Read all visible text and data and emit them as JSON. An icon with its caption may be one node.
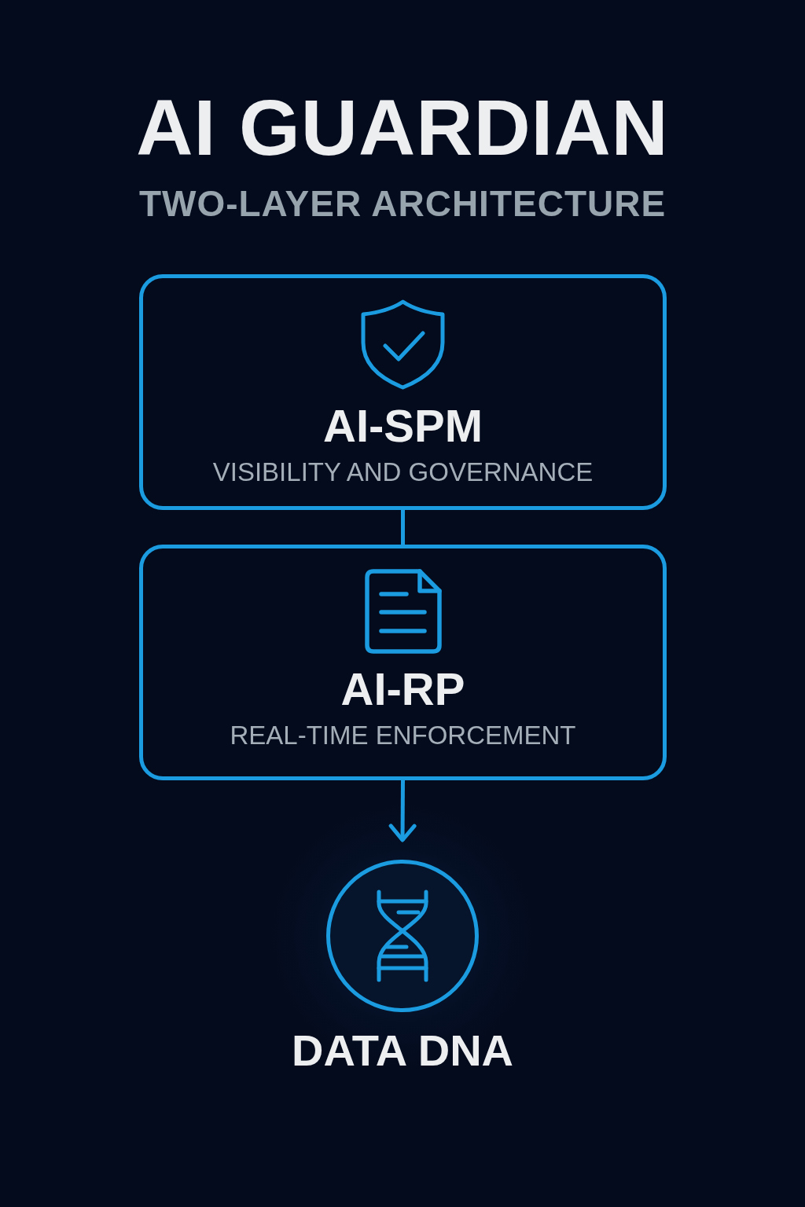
{
  "diagram": {
    "title": "AI GUARDIAN",
    "nodes": [
      {
        "text": [
          "AI-SPM",
          "VISIBILITY AND GOVERNANCE"
        ]
      },
      {
        "text": [
          "AI-RP",
          "REAL-TIME ENFORCEMENT"
        ]
      },
      {
        "text": [
          "DATA DNA"
        ]
      }
    ],
    "edges": [
      {
        "from": 0,
        "to": 1,
        "arrow": "none"
      },
      {
        "from": 1,
        "to": 2,
        "arrow": "to"
      }
    ],
    "labels": [
      "TWO-LAYER ARCHITECTURE"
    ]
  }
}
